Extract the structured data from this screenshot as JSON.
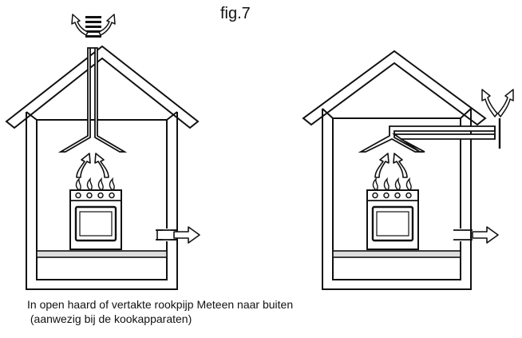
{
  "figure_label": "fig.7",
  "caption": {
    "line1": "In open haard of vertakte rookpijp Meteen naar buiten",
    "line2": " (aanwezig bij de kookapparaten)"
  },
  "colors": {
    "outline": "#111111",
    "wall_fill": "#ffffff",
    "floor_fill": "#dddddd"
  },
  "houses": [
    {
      "id": "left",
      "variant": "roof-chimney"
    },
    {
      "id": "right",
      "variant": "side-wall-vent"
    }
  ]
}
